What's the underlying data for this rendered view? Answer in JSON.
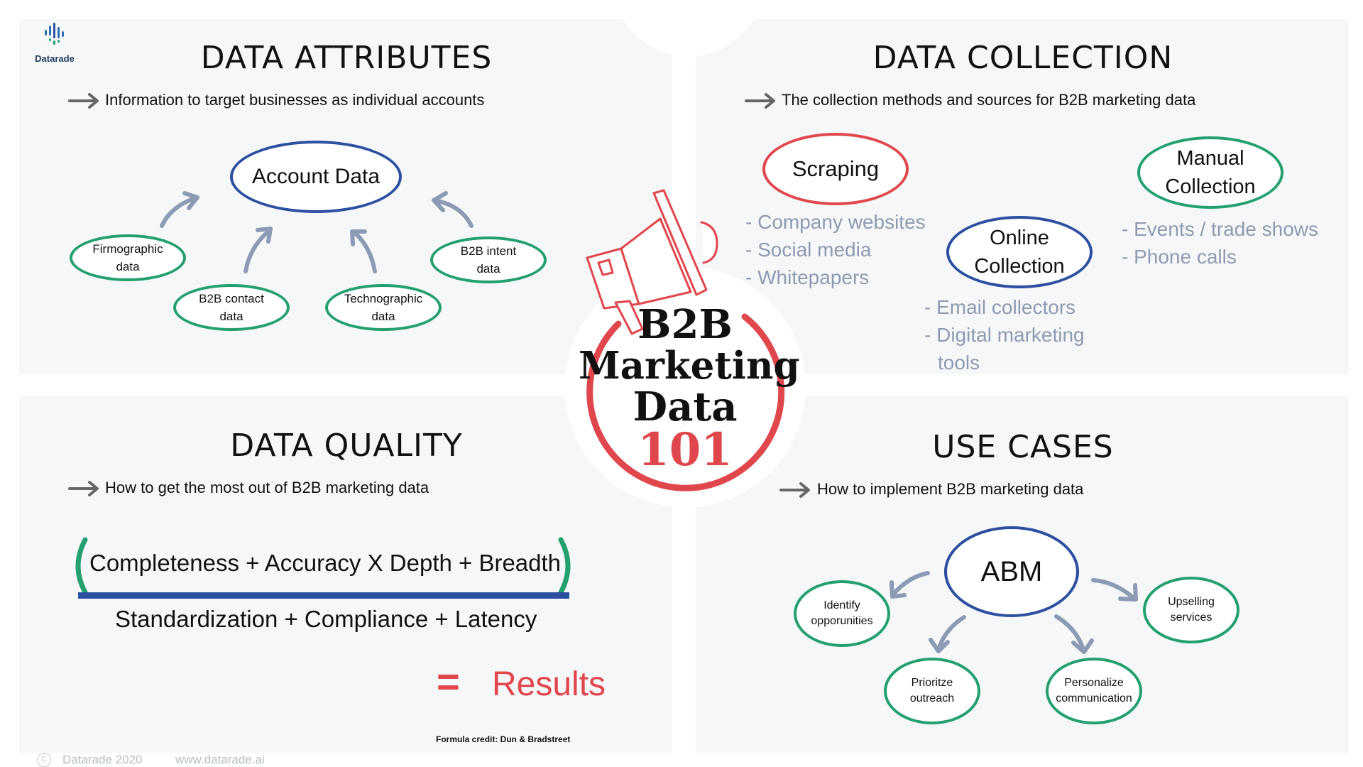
{
  "brand": {
    "name": "Datarade"
  },
  "center": {
    "line1": "B2B",
    "line2": "Marketing",
    "line3": "Data",
    "number": "101"
  },
  "attributes": {
    "title": "DATA ATTRIBUTES",
    "subtitle": "Information to target businesses as individual accounts",
    "center_node": "Account Data",
    "nodes": [
      {
        "line1": "Firmographic",
        "line2": "data"
      },
      {
        "line1": "B2B contact",
        "line2": "data"
      },
      {
        "line1": "Technographic",
        "line2": "data"
      },
      {
        "line1": "B2B intent",
        "line2": "data"
      }
    ]
  },
  "collection": {
    "title": "DATA COLLECTION",
    "subtitle": "The collection methods and sources for B2B marketing data",
    "scraping": {
      "label": "Scraping",
      "items": [
        "- Company websites",
        "- Social media",
        "- Whitepapers"
      ]
    },
    "online": {
      "line1": "Online",
      "line2": "Collection",
      "items": [
        "- Email collectors",
        "- Digital marketing",
        "tools"
      ]
    },
    "manual": {
      "line1": "Manual",
      "line2": "Collection",
      "items": [
        "- Events / trade shows",
        "- Phone calls"
      ]
    }
  },
  "quality": {
    "title": "DATA QUALITY",
    "subtitle": "How to get the most out of B2B marketing data",
    "numerator": "Completeness + Accuracy X Depth + Breadth",
    "denominator": "Standardization + Compliance + Latency",
    "equals": "=",
    "result": "Results",
    "credit": "Formula credit: Dun & Bradstreet"
  },
  "use_cases": {
    "title": "USE CASES",
    "subtitle": "How to implement B2B marketing data",
    "center_node": "ABM",
    "nodes": [
      {
        "line1": "Identify",
        "line2": "opporunities"
      },
      {
        "line1": "Prioritze",
        "line2": "outreach"
      },
      {
        "line1": "Personalize",
        "line2": "communication"
      },
      {
        "line1": "Upselling",
        "line2": "services"
      }
    ]
  },
  "footer": {
    "copyright_symbol": "C",
    "copyright": "Datarade 2020",
    "url": "www.datarade.ai"
  },
  "colors": {
    "green": "#23a06e",
    "blue": "#2c4fa0",
    "red": "#e0474c",
    "gray_text": "#8f9ab0",
    "arrow": "#8c9ab3"
  }
}
